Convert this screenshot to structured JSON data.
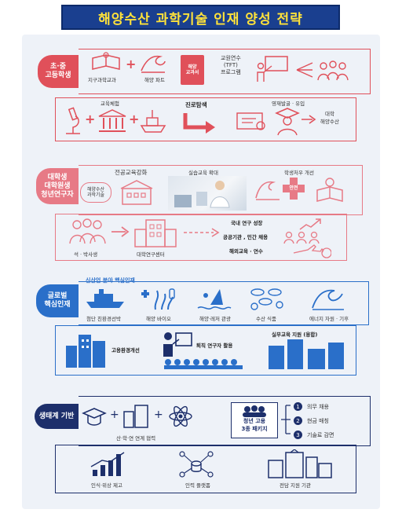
{
  "title": "해양수산 과학기술 인재 양성 전략",
  "colors": {
    "title_bg": "#1a3f8f",
    "title_text": "#ffe23a",
    "sec1": "#e0505a",
    "sec2": "#e77a86",
    "sec3": "#2a6fc9",
    "sec4": "#1d2f6b"
  },
  "sec1": {
    "head": "초·중\n고등학생",
    "items": {
      "earth_sci": "지구과학교과",
      "ocean_part": "해양 파트",
      "textbook": "해양\n교과서",
      "tft": "교원연수\n(TFT)\n프로그램",
      "experience": "교육체험",
      "career": "진로탐색",
      "talent": "영재발굴 · 유입",
      "univ": "대학\n해양수산"
    }
  },
  "sec2": {
    "head": "대학생\n대학원생\n청년연구자",
    "items": {
      "major": "전공교육강화",
      "badge": "해양수산\n과학기술",
      "lab": "실습교육 확대",
      "welfare": "학생처우 개선",
      "welfare_sign": "안전",
      "phd": "석 · 박사생",
      "center": "대학연구센터",
      "domestic": "국내 연구 성장",
      "public": "공공기관 , 민간 채용",
      "overseas": "해외교육 · 연수"
    }
  },
  "sec3": {
    "head": "글로벌\n핵심인재",
    "top_label": "신산업 분야 핵심인재",
    "items": {
      "ship": "첨단 친환경선박",
      "bio": "해양 바이오",
      "leisure": "해양·레저 관광",
      "food": "수산 식품",
      "energy": "에너지 자원 · 기후",
      "env": "고용환경개선",
      "retired": "퇴직 연구자 활용",
      "practice": "실무교육 지원 (융합)"
    }
  },
  "sec4": {
    "head": "생태계 기반",
    "items": {
      "cooperation": "산·학·연 연계 협력",
      "package_l1": "청년 고용",
      "package_l2": "3종 패키지",
      "pkg1_num": "1",
      "pkg1": "의무 채용",
      "pkg2_num": "2",
      "pkg2": "현금 매칭",
      "pkg3_num": "3",
      "pkg3": "기술료 감면",
      "awareness": "인식·위상 제고",
      "platform": "인력 플랫폼",
      "agency": "전담 지원 기관"
    }
  }
}
